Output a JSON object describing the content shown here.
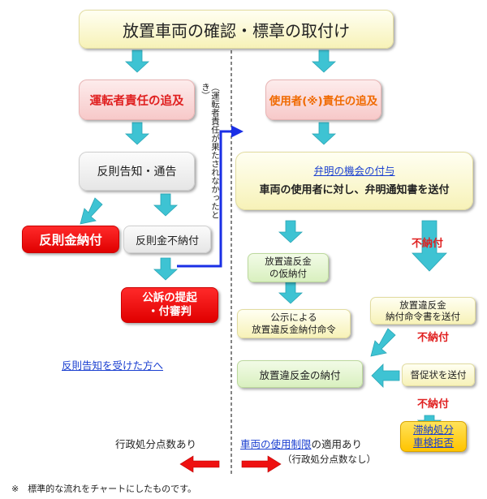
{
  "title": "放置車両の確認・標章の取付け",
  "left": {
    "driver_pursuit": "運転者責任の追及",
    "notice": "反則告知・通告",
    "paid": "反則金納付",
    "unpaid": "反則金不納付",
    "prosecution_line1": "公訴の提起",
    "prosecution_line2": "・付審判",
    "link": "反則告知を受けた方へ",
    "points": "行政処分点数あり"
  },
  "vertical_note": "（運転者責任が果たされなかったとき）",
  "right": {
    "user_pursuit": "使用者(※)責任の追及",
    "explain_link": "弁明の機会の付与",
    "explain_body": "車両の使用者に対し、弁明通知書を送付",
    "unpaid_label_1": "不納付",
    "provisional_line1": "放置違反金",
    "provisional_line2": "の仮納付",
    "public_notice_line1": "公示による",
    "public_notice_line2": "放置違反金納付命令",
    "order_line1": "放置違反金",
    "order_line2": "納付命令書を送付",
    "unpaid_label_2": "不納付",
    "payment": "放置違反金の納付",
    "reminder": "督促状を送付",
    "unpaid_label_3": "不納付",
    "arrears_line1": "滞納処分",
    "arrears_line2": "車検拒否",
    "restriction_link": "車両の使用制限",
    "restriction_suffix": "の適用あり",
    "no_points": "（行政処分点数なし）"
  },
  "footnote": "※　標準的な流れをチャートにしたものです。",
  "colors": {
    "arrow_cyan": "#3ec3d3",
    "connector_blue": "#1a2fe6",
    "red": "#e02020",
    "orange": "#f06a00",
    "link_blue": "#1a3fd0"
  }
}
